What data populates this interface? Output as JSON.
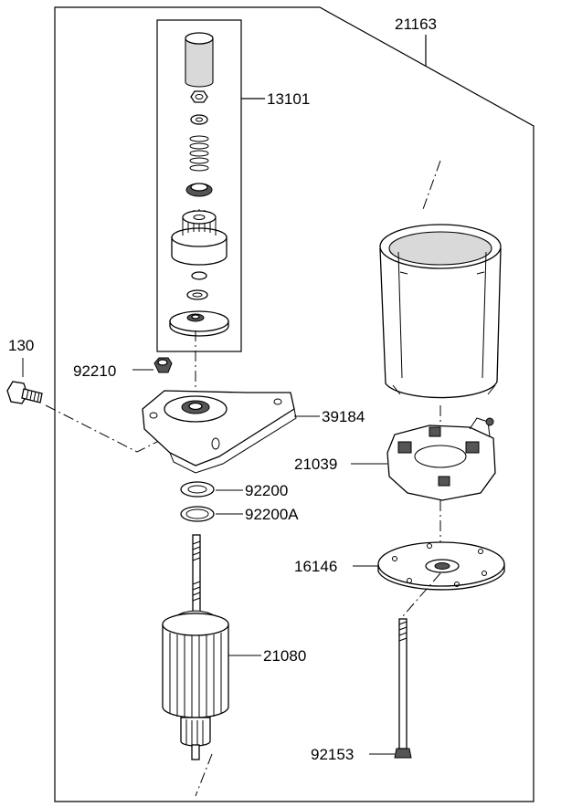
{
  "labels": {
    "assembly": "21163",
    "drive_kit": "13101",
    "bolt": "130",
    "nut": "92210",
    "bracket": "39184",
    "washer_a": "92200",
    "washer_b": "92200A",
    "armature": "21080",
    "brush_holder": "21039",
    "end_cap": "16146",
    "through_bolt": "92153"
  }
}
